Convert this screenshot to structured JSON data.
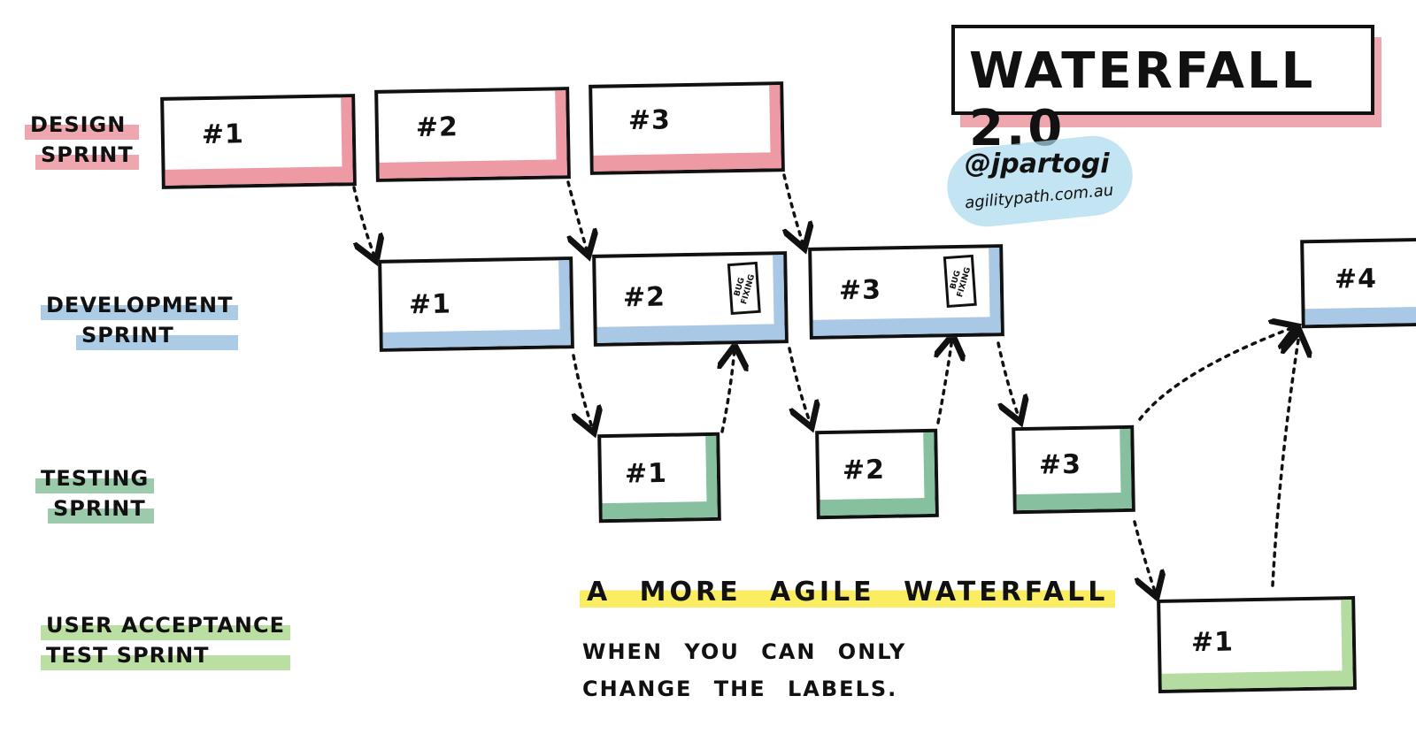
{
  "title": "WATERFALL 2.0",
  "credit": {
    "handle": "@jpartogi",
    "site": "agilitypath.com.au"
  },
  "rows": {
    "design": {
      "line1": "DESIGN",
      "line2": "SPRINT"
    },
    "development": {
      "line1": "DEVELOPMENT",
      "line2": "SPRINT"
    },
    "testing": {
      "line1": "TESTING",
      "line2": "SPRINT"
    },
    "uat": {
      "line1": "USER ACCEPTANCE",
      "line2": "TEST SPRINT"
    }
  },
  "sprints": {
    "design": [
      "#1",
      "#2",
      "#3"
    ],
    "development": [
      "#1",
      "#2",
      "#3",
      "#4"
    ],
    "testing": [
      "#1",
      "#2",
      "#3"
    ],
    "uat": [
      "#1"
    ]
  },
  "bug_card": {
    "line1": "BUG",
    "line2": "FIXING"
  },
  "caption": {
    "title": "A MORE AGILE WATERFALL",
    "line1": "WHEN YOU CAN ONLY",
    "line2": "CHANGE THE LABELS."
  },
  "colors": {
    "design": "#ee9aa4",
    "development": "#a8c8e6",
    "testing": "#86c09e",
    "uat": "#b4dca0",
    "caption_highlight": "#faeb50",
    "credit_blob": "#a9d8ec"
  }
}
